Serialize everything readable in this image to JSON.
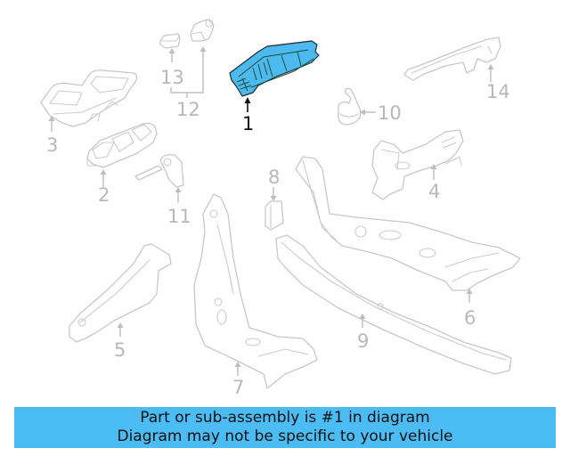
{
  "diagram": {
    "highlight_color": "#4cb9ef",
    "part_line_color": "#c8c8c8",
    "callouts": [
      {
        "id": "1",
        "label": "1",
        "highlighted": true
      },
      {
        "id": "2",
        "label": "2"
      },
      {
        "id": "3",
        "label": "3"
      },
      {
        "id": "4",
        "label": "4"
      },
      {
        "id": "5",
        "label": "5"
      },
      {
        "id": "6",
        "label": "6"
      },
      {
        "id": "7",
        "label": "7"
      },
      {
        "id": "8",
        "label": "8"
      },
      {
        "id": "9",
        "label": "9"
      },
      {
        "id": "10",
        "label": "10"
      },
      {
        "id": "11",
        "label": "11"
      },
      {
        "id": "12",
        "label": "12"
      },
      {
        "id": "13",
        "label": "13"
      },
      {
        "id": "14",
        "label": "14"
      }
    ]
  },
  "banner": {
    "line1": "Part or sub-assembly is #1 in diagram",
    "line2": "Diagram may not be specific to your vehicle",
    "background": "#4cbcf5"
  }
}
